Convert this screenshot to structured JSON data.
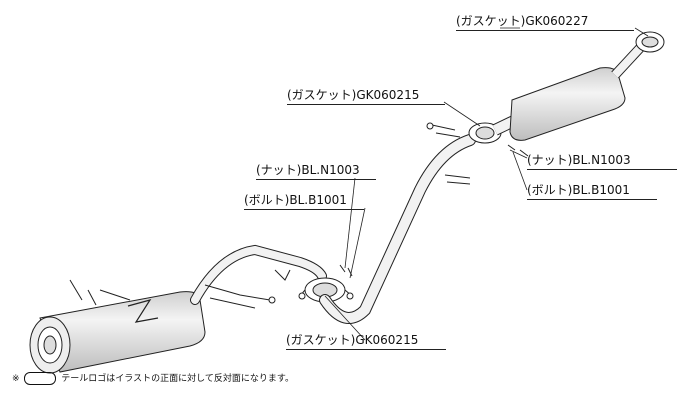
{
  "labels": {
    "gasket_tail": "(ガスケット)GK060227",
    "gasket_mid": "(ガスケット)GK060215",
    "nut_right": "(ナット)BL.N1003",
    "bolt_right": "(ボルト)BL.B1001",
    "nut_left": "(ナット)BL.N1003",
    "bolt_left": "(ボルト)BL.B1001",
    "gasket_front": "(ガスケット)GK060215"
  },
  "note": {
    "mark": "※",
    "text": "テールロゴはイラストの正面に対して反対面になります。"
  },
  "colors": {
    "line": "#222222",
    "pipe_fill": "#e9e9e9",
    "shade": "#c8c8c8"
  }
}
